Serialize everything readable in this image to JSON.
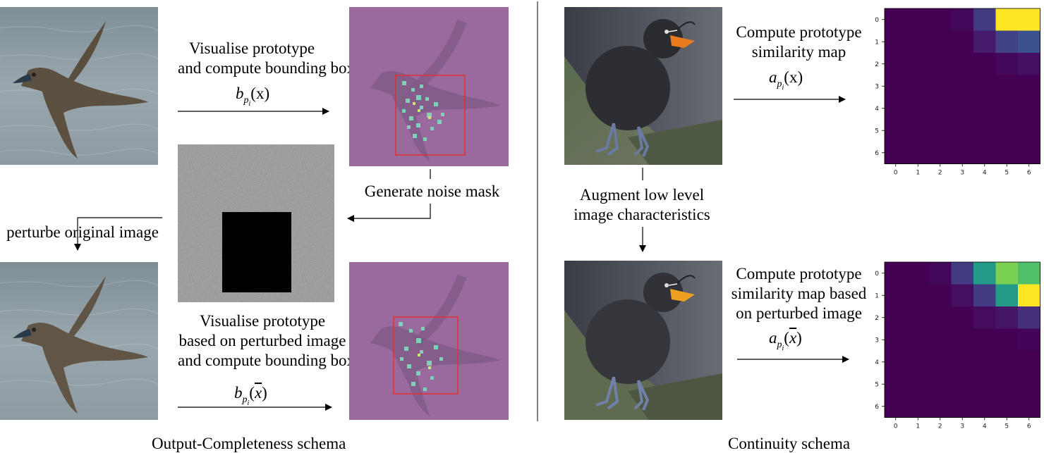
{
  "left": {
    "step1_label_lines": [
      "Visualise prototype",
      "and compute bounding box"
    ],
    "step1_math_base": "b",
    "step1_math_sub": "p",
    "step1_math_subsub": "i",
    "step1_math_arg": "(x)",
    "step2_label": "Generate noise mask",
    "step3_label": "perturbe original image",
    "step4_label_lines": [
      "Visualise prototype",
      "based on perturbed image",
      "and compute bounding box"
    ],
    "step4_math_base": "b",
    "step4_math_sub": "p",
    "step4_math_subsub": "i",
    "step4_math_arg_open": "(",
    "step4_math_arg_var": "x",
    "step4_math_arg_close": ")",
    "caption": "Output-Completeness schema"
  },
  "right": {
    "step1_label_lines": [
      "Compute prototype",
      "similarity map"
    ],
    "step1_math_base": "a",
    "step1_math_sub": "p",
    "step1_math_subsub": "i",
    "step1_math_arg": "(x)",
    "augment_label_lines": [
      "Augment low level",
      "image characteristics"
    ],
    "step2_label_lines": [
      "Compute prototype",
      "similarity map based",
      "on perturbed image"
    ],
    "step2_math_base": "a",
    "step2_math_sub": "p",
    "step2_math_subsub": "i",
    "step2_math_arg_open": "(",
    "step2_math_arg_var": "x",
    "step2_math_arg_close": ")",
    "caption": "Continuity schema"
  },
  "heatmaps": {
    "tick_labels": [
      "0",
      "1",
      "2",
      "3",
      "4",
      "5",
      "6"
    ],
    "original": [
      [
        0.0,
        0.0,
        0.0,
        0.02,
        0.18,
        1.0,
        1.0
      ],
      [
        0.0,
        0.0,
        0.0,
        0.0,
        0.08,
        0.2,
        0.25
      ],
      [
        0.0,
        0.0,
        0.0,
        0.0,
        0.0,
        0.02,
        0.04
      ],
      [
        0.0,
        0.0,
        0.0,
        0.0,
        0.0,
        0.0,
        0.0
      ],
      [
        0.0,
        0.0,
        0.0,
        0.0,
        0.0,
        0.0,
        0.0
      ],
      [
        0.0,
        0.0,
        0.0,
        0.0,
        0.0,
        0.0,
        0.0
      ],
      [
        0.0,
        0.0,
        0.0,
        0.0,
        0.0,
        0.0,
        0.0
      ]
    ],
    "perturbed": [
      [
        0.0,
        0.0,
        0.02,
        0.18,
        0.55,
        0.8,
        0.72
      ],
      [
        0.0,
        0.0,
        0.0,
        0.04,
        0.18,
        0.55,
        1.0
      ],
      [
        0.0,
        0.0,
        0.0,
        0.0,
        0.03,
        0.06,
        0.14
      ],
      [
        0.0,
        0.0,
        0.0,
        0.0,
        0.0,
        0.0,
        0.01
      ],
      [
        0.0,
        0.0,
        0.0,
        0.0,
        0.0,
        0.0,
        0.0
      ],
      [
        0.0,
        0.0,
        0.0,
        0.0,
        0.0,
        0.0,
        0.0
      ],
      [
        0.0,
        0.0,
        0.0,
        0.0,
        0.0,
        0.0,
        0.0
      ]
    ]
  },
  "colors": {
    "overlay_purple": "#9a6a9e",
    "bbox_red": "#e03030",
    "mask_black": "#000000"
  }
}
